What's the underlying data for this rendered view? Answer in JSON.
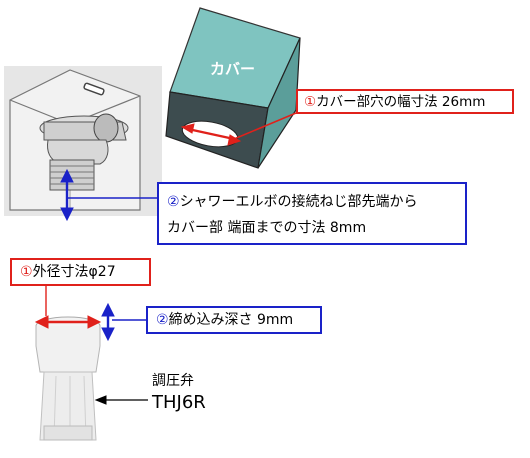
{
  "cover_label": "カバー",
  "callout1": {
    "num": "①",
    "text": "カバー部穴の幅寸法 26",
    "unit": "mm"
  },
  "callout2": {
    "num": "②",
    "line1": "シャワーエルボの接続ねじ部先端から",
    "line2": "カバー部 端面までの寸法 8mm"
  },
  "callout3": {
    "num": "①",
    "text": "外径寸法φ27"
  },
  "callout4": {
    "num": "②",
    "text": "締め込み深さ 9",
    "unit": "mm"
  },
  "valve": {
    "name": "調圧弁",
    "model": "THJ6R"
  },
  "colors": {
    "red": "#e0211b",
    "blue": "#1a22c8",
    "cover": "#7fc4c0"
  }
}
